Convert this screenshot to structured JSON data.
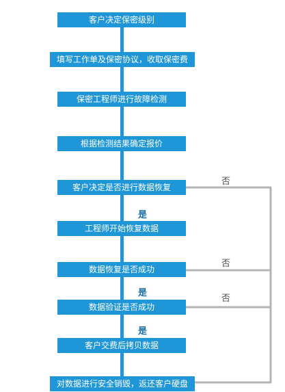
{
  "steps": [
    "客户决定保密级别",
    "填写工作单及保密协议，收取保密费",
    "保密工程师进行故障检测",
    "根据检测结果确定报价",
    "客户决定是否进行数据恢复",
    "工程师开始恢复数据",
    "数据恢复是否成功",
    "数据验证是否成功",
    "客户交费后拷贝数据",
    "对数据进行安全销毁，返还客户硬盘"
  ],
  "labels": {
    "yes": "是",
    "no": "否"
  },
  "colors": {
    "box": "#1e96d7",
    "spine": "#1e96d7",
    "branch": "#b3b3b3"
  }
}
